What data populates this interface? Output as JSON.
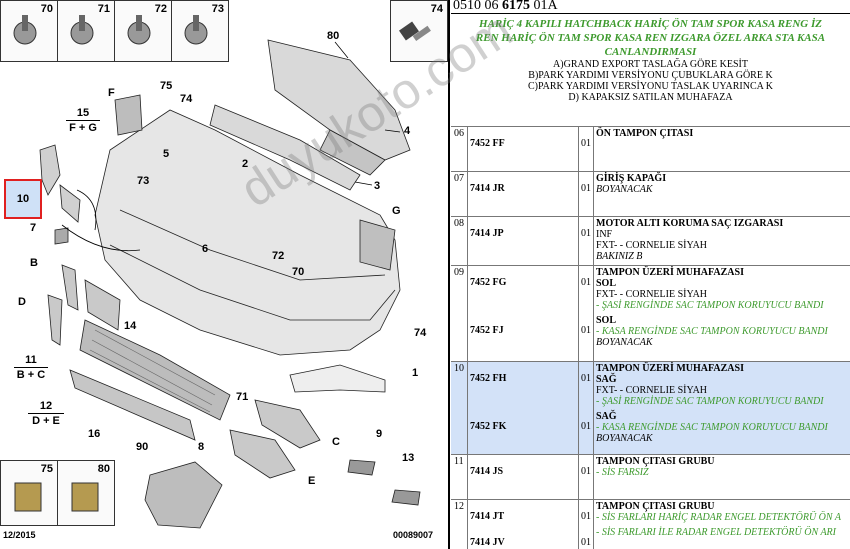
{
  "diagram": {
    "thumbs_top": [
      {
        "num": "70",
        "icon": "screw-washer-icon"
      },
      {
        "num": "71",
        "icon": "plastic-clip-icon"
      },
      {
        "num": "72",
        "icon": "push-rivet-icon"
      },
      {
        "num": "73",
        "icon": "screw-icon"
      }
    ],
    "thumb_74": {
      "num": "74",
      "icon": "bolt-icon"
    },
    "thumbs_bottom": [
      {
        "num": "75",
        "icon": "clip-nut-icon"
      },
      {
        "num": "80",
        "icon": "push-pin-icon"
      }
    ],
    "callouts": {
      "c80": "80",
      "c4": "4",
      "c3": "3",
      "c75": "75",
      "c74a": "74",
      "cF": "F",
      "c5": "5",
      "c2": "2",
      "c73": "73",
      "c7": "7",
      "c6": "6",
      "c72": "72",
      "c70": "70",
      "cG": "G",
      "cB": "B",
      "cD": "D",
      "c14": "14",
      "c74b": "74",
      "c1": "1",
      "c71": "71",
      "c9": "9",
      "c16": "16",
      "c90": "90",
      "c8": "8",
      "cC": "C",
      "cE": "E",
      "c13": "13"
    },
    "selected_callout": "10",
    "fractions": [
      {
        "num": "15",
        "label": "F + G"
      },
      {
        "num": "11",
        "label": "B + C"
      },
      {
        "num": "12",
        "label": "D + E"
      }
    ],
    "date": "12/2015",
    "figure_code": "00089007"
  },
  "watermark": "duyukoto.com",
  "panel": {
    "ref_prefix": "0510 06 ",
    "ref_bold": "6175",
    "ref_suffix": " 01A",
    "green_lines": [
      "HARİÇ 4 KAPILI HATCHBACK HARİÇ ÖN TAM SPOR KASA RENG İZ",
      "REN HARİÇ ÖN TAM SPOR KASA REN IZGARA ÖZEL ARKA STA KASA",
      "CANLANDIRMASI"
    ],
    "conditions": [
      "A)GRAND EXPORT TASLAĞA GÖRE KESİT",
      "B)PARK YARDIMI VERSİYONU ÇUBUKLARA GÖRE K",
      "C)PARK YARDIMI VERSİYONU TASLAK UYARINCA K",
      "D) KAPAKSIZ SATILAN MUHAFAZA"
    ],
    "rows": [
      {
        "seq": "06",
        "lines": [
          {
            "code": "7452 FF",
            "qty": "01",
            "text": [
              {
                "t": "ÖN TAMPON ÇITASI",
                "s": "t"
              }
            ]
          }
        ]
      },
      {
        "seq": "07",
        "lines": [
          {
            "code": "7414 JR",
            "qty": "01",
            "text": [
              {
                "t": "GİRİŞ KAPAĞI",
                "s": "t"
              },
              {
                "t": "BOYANACAK",
                "s": "i"
              }
            ]
          }
        ]
      },
      {
        "seq": "08",
        "lines": [
          {
            "code": "7414 JP",
            "qty": "01",
            "text": [
              {
                "t": "MOTOR ALTI KORUMA SAÇ IZGARASI",
                "s": "t"
              },
              {
                "t": "INF",
                "s": "n"
              },
              {
                "t": "FXT- - CORNELIE SİYAH",
                "s": "n"
              },
              {
                "t": "BAKINIZ B",
                "s": "i"
              }
            ]
          }
        ]
      },
      {
        "seq": "09",
        "lines": [
          {
            "code": "7452 FG",
            "qty": "01",
            "text": [
              {
                "t": "TAMPON ÜZERİ MUHAFAZASI",
                "s": "t"
              },
              {
                "t": "SOL",
                "s": "t"
              },
              {
                "t": "FXT- - CORNELIE SİYAH",
                "s": "n"
              },
              {
                "t": "- ŞASİ RENGİNDE SAC TAMPON KORUYUCU BANDI",
                "s": "g"
              }
            ]
          },
          {
            "code": "7452 FJ",
            "qty": "01",
            "text": [
              {
                "t": "SOL",
                "s": "t"
              },
              {
                "t": "- KASA RENGİNDE SAC TAMPON KORUYUCU BANDI",
                "s": "g"
              },
              {
                "t": "BOYANACAK",
                "s": "i"
              }
            ]
          }
        ]
      },
      {
        "seq": "10",
        "selected": true,
        "lines": [
          {
            "code": "7452 FH",
            "qty": "01",
            "text": [
              {
                "t": "TAMPON ÜZERİ MUHAFAZASI",
                "s": "t"
              },
              {
                "t": "SAĞ",
                "s": "t"
              },
              {
                "t": "FXT- - CORNELIE SİYAH",
                "s": "n"
              },
              {
                "t": "- ŞASİ RENGİNDE SAC TAMPON KORUYUCU BANDI",
                "s": "g"
              }
            ]
          },
          {
            "code": "7452 FK",
            "qty": "01",
            "text": [
              {
                "t": "SAĞ",
                "s": "t"
              },
              {
                "t": "- KASA RENGİNDE SAC TAMPON KORUYUCU BANDI",
                "s": "g"
              },
              {
                "t": "BOYANACAK",
                "s": "i"
              }
            ]
          }
        ]
      },
      {
        "seq": "11",
        "lines": [
          {
            "code": "7414 JS",
            "qty": "01",
            "text": [
              {
                "t": "TAMPON ÇITASI GRUBU",
                "s": "t"
              },
              {
                "t": "- SİS FARSIZ",
                "s": "g"
              }
            ]
          }
        ]
      },
      {
        "seq": "12",
        "lines": [
          {
            "code": "7414 JT",
            "qty": "01",
            "text": [
              {
                "t": "TAMPON ÇITASI GRUBU",
                "s": "t"
              },
              {
                "t": "- SİS FARLARI HARİÇ RADAR ENGEL DETEKTÖRÜ ÖN A",
                "s": "g"
              }
            ]
          },
          {
            "code": "7414 JV",
            "qty": "01",
            "text": [
              {
                "t": "- SİS FARLARI İLE RADAR ENGEL DETEKTÖRÜ ÖN ARI",
                "s": "g"
              }
            ]
          }
        ]
      }
    ]
  }
}
